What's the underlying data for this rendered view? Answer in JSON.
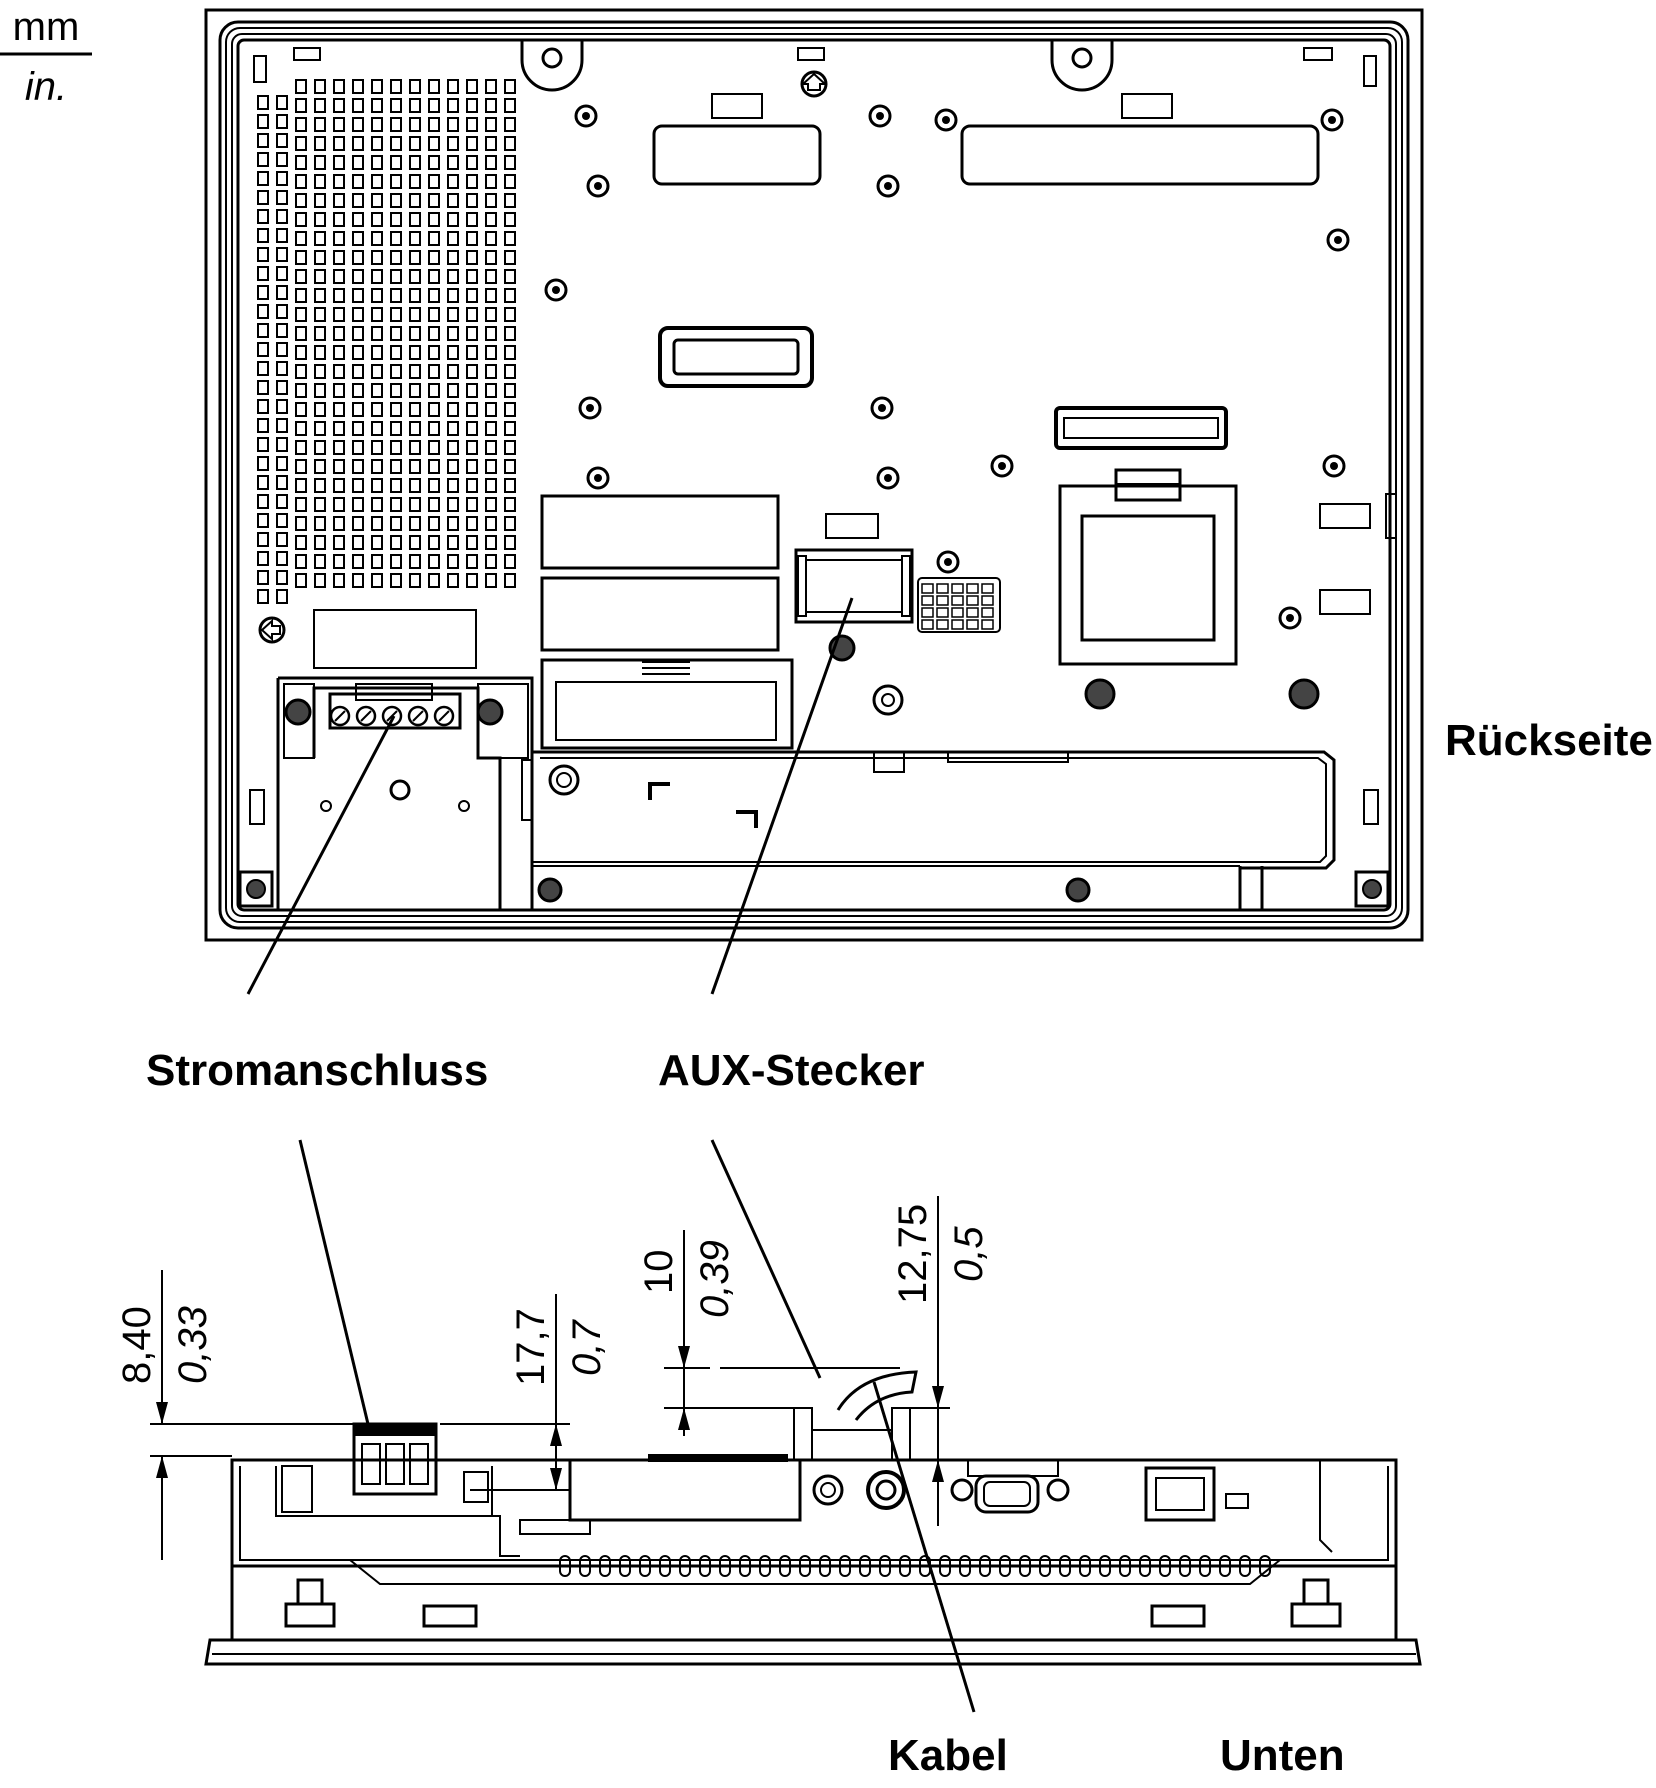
{
  "units": {
    "metric": "mm",
    "imperial": "in."
  },
  "labels": {
    "rear_view": "Rückseite",
    "power_connector": "Stromanschluss",
    "aux_connector": "AUX-Stecker",
    "cable": "Kabel",
    "bottom_view": "Unten"
  },
  "dimensions": {
    "d1": {
      "mm": "8,40",
      "in": "0,33"
    },
    "d2": {
      "mm": "17,7",
      "in": "0,7"
    },
    "d3": {
      "mm": "10",
      "in": "0,39"
    },
    "d4": {
      "mm": "12,75",
      "in": "0,5"
    }
  },
  "colors": {
    "line": "#000000",
    "background": "#ffffff"
  }
}
